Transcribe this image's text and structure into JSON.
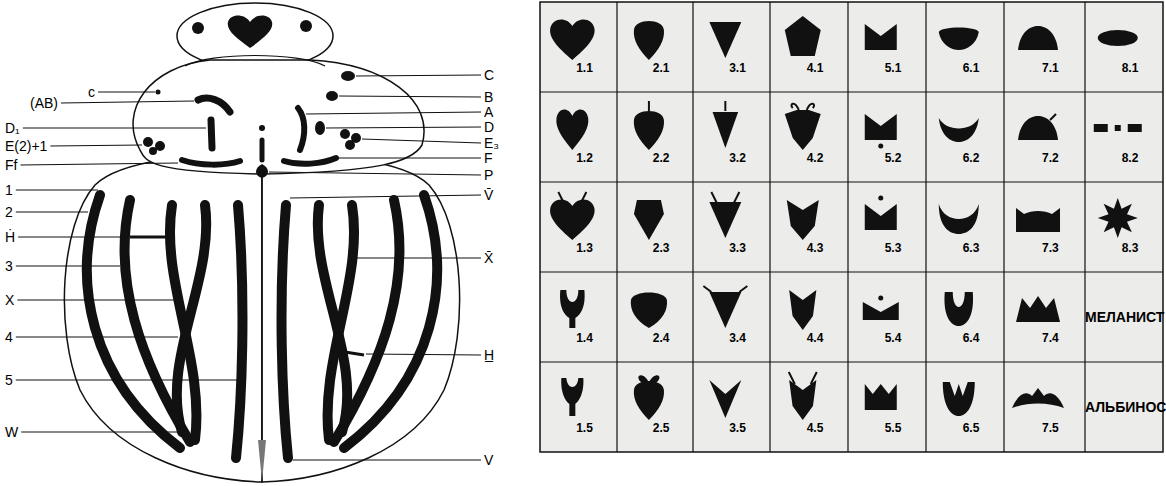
{
  "diagram": {
    "labels": [
      "c",
      "(AB)",
      "D₁",
      "E(2)+1",
      "Ff",
      "1",
      "2",
      "Ḣ",
      "3",
      "X",
      "4",
      "5",
      "W",
      "C",
      "B",
      "A",
      "D",
      "E₃",
      "F",
      "P",
      "V̄",
      "X̄",
      "H̲",
      "V",
      "1.1",
      "2.1",
      "3.1",
      "4.1",
      "5.1",
      "6.1",
      "7.1",
      "8.1",
      "1.2",
      "2.2",
      "3.2",
      "4.2",
      "5.2",
      "6.2",
      "7.2",
      "8.2",
      "1.3",
      "2.3",
      "3.3",
      "4.3",
      "5.3",
      "6.3",
      "7.3",
      "8.3",
      "1.4",
      "2.4",
      "3.4",
      "4.4",
      "5.4",
      "6.4",
      "7.4",
      "МЕЛАНИСТ",
      "1.5",
      "2.5",
      "3.5",
      "4.5",
      "5.5",
      "6.5",
      "7.5",
      "АЛЬБИНОС"
    ]
  }
}
